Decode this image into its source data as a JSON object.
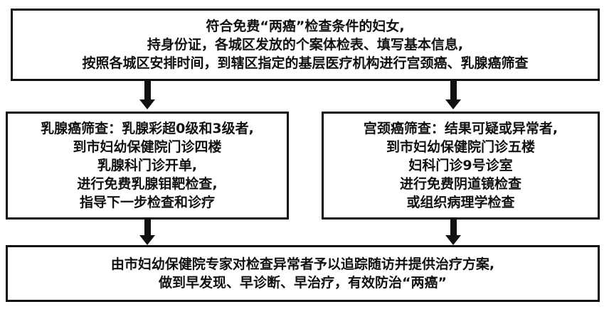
{
  "top_box": {
    "lines": [
      "符合免费“两癌”检查条件的妇女,",
      "持身份证，各城区发放的个案体检表、填写基本信息,",
      "按照各城区安排时间，到辖区指定的基层医疗机构进行宫颈癌、乳腺癌筛查"
    ]
  },
  "left_box": {
    "lines": [
      "乳腺癌筛查：乳腺彩超0级和3级者,",
      "到市妇幼保健院门诊四楼",
      "乳腺科门诊开单,",
      "进行免费乳腺钼靶检查,",
      "指导下一步检查和诊疗"
    ]
  },
  "right_box": {
    "lines": [
      "宫颈癌筛查：结果可疑或异常者,",
      "到市妇幼保健院门诊五楼",
      "妇科门诊9号诊室",
      "进行免费阴道镜检查",
      "或组织病理学检查"
    ]
  },
  "bottom_box": {
    "lines": [
      "由市妇幼保健院专家对检查异常者予以追踪随访并提供治疗方案,",
      "做到早发现、早诊断、早治疗，有效防治“两癌”"
    ]
  }
}
